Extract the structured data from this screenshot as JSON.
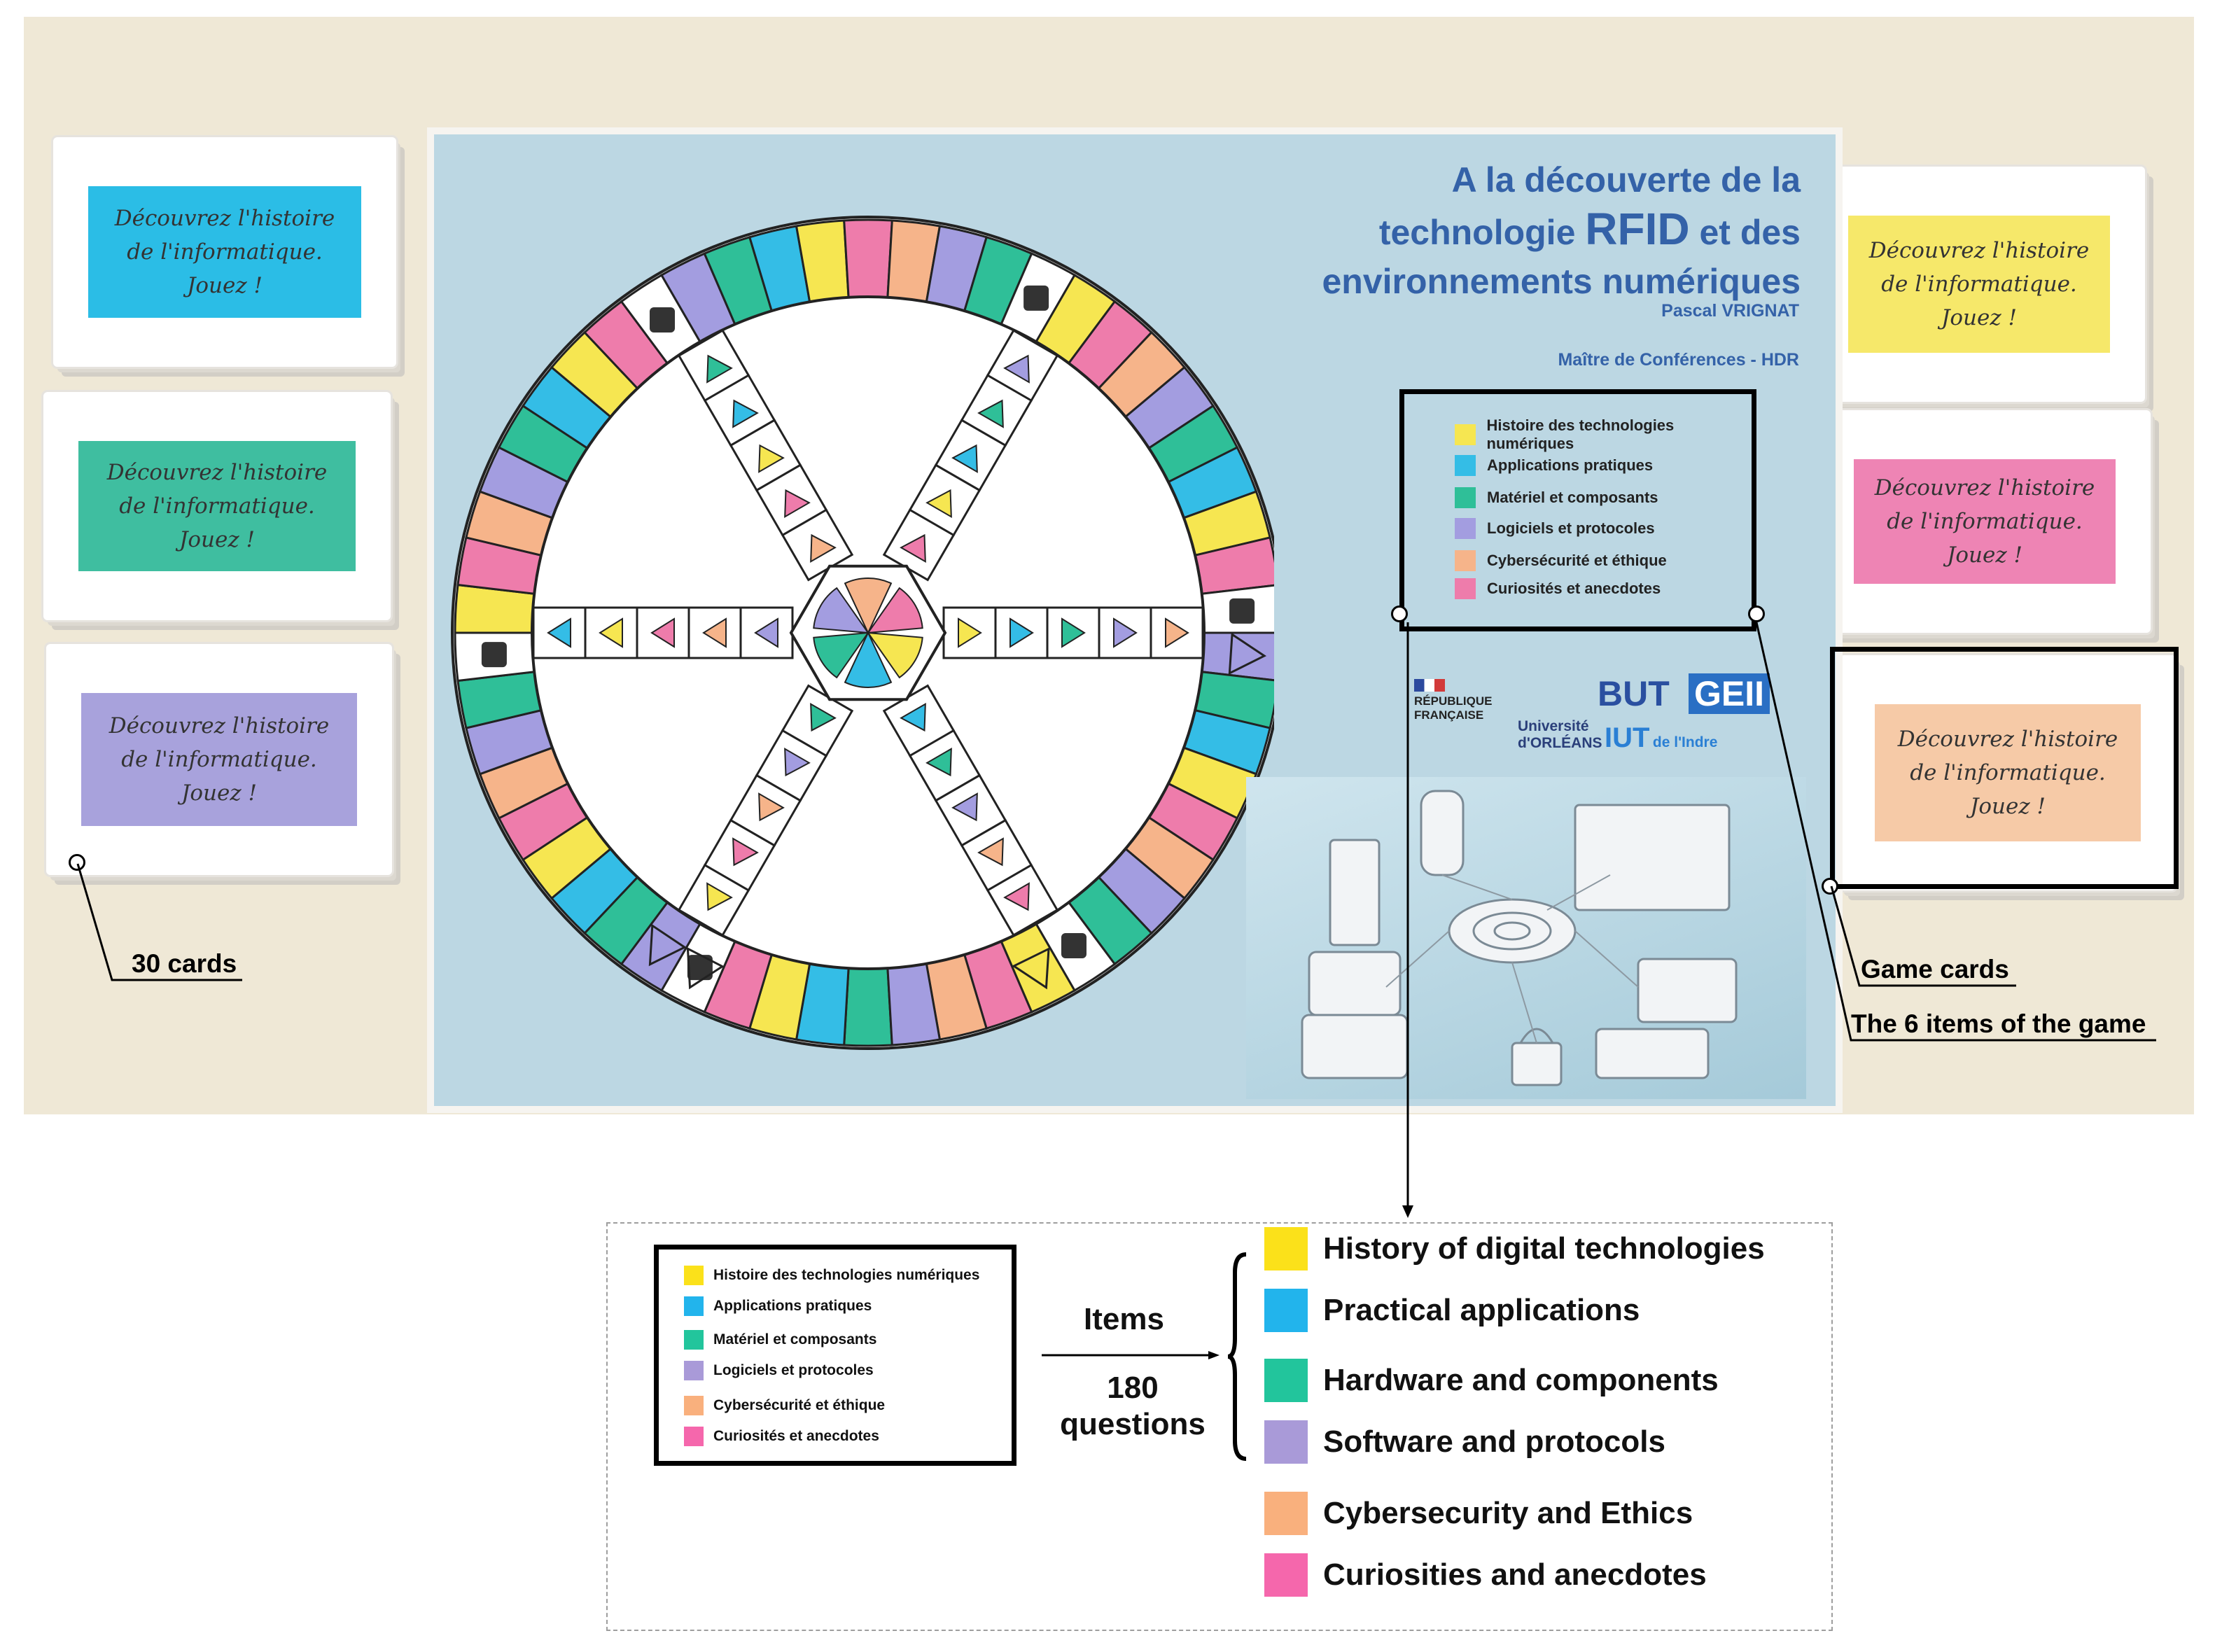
{
  "colors": {
    "yellow": "#f6e651",
    "blue": "#34bde6",
    "teal": "#2fbf98",
    "lavender": "#a39de0",
    "peach": "#f6b48a",
    "pink": "#ee7cab",
    "board_bg": "#bcd7e3",
    "title_blue": "#3462a8"
  },
  "cards_left": [
    {
      "text": "Découvrez l'histoire\nde l'informatique.\nJouez !",
      "color": "#2bbde6"
    },
    {
      "text": "Découvrez l'histoire\nde l'informatique.\nJouez !",
      "color": "#3fbea0"
    },
    {
      "text": "Découvrez l'histoire\nde l'informatique.\nJouez !",
      "color": "#a8a2dc"
    }
  ],
  "cards_right": [
    {
      "text": "Découvrez l'histoire\nde l'informatique.\nJouez !",
      "color": "#f6e86a"
    },
    {
      "text": "Découvrez l'histoire\nde l'informatique.\nJouez !",
      "color": "#ee84b4"
    },
    {
      "text": "Découvrez l'histoire\nde l'informatique.\nJouez !",
      "color": "#f6caa7"
    }
  ],
  "board": {
    "title_line1": "A la découverte de la",
    "title_line2_a": "technologie ",
    "title_line2_b": "RFID",
    "title_line2_c": " et des",
    "title_line3": "environnements numériques",
    "author": "Pascal VRIGNAT",
    "role": "Maître de Conférences - HDR",
    "legend": [
      {
        "label": "Histoire des technologies numériques",
        "color": "#f6e651"
      },
      {
        "label": "Applications pratiques",
        "color": "#34bde6"
      },
      {
        "label": "Matériel et composants",
        "color": "#2fbf98"
      },
      {
        "label": "Logiciels et protocoles",
        "color": "#a39de0"
      },
      {
        "label": "Cybersécurité et éthique",
        "color": "#f6b48a"
      },
      {
        "label": "Curiosités et anecdotes",
        "color": "#ee7cab"
      }
    ],
    "logo_rf_line1": "RÉPUBLIQUE",
    "logo_rf_line2": "FRANÇAISE",
    "logo_univ_line1": "Université",
    "logo_univ_line2": "d'ORLÉANS",
    "logo_but": "BUT",
    "logo_geii": "GEII",
    "logo_iut": "IUT",
    "logo_iut_sub": "de l'Indre"
  },
  "annotations": {
    "cards_count": "30 cards",
    "game_cards": "Game cards",
    "six_items": "The 6 items of the game"
  },
  "diagram": {
    "legend_fr": [
      {
        "label": "Histoire des technologies numériques",
        "color": "#fbe11a"
      },
      {
        "label": "Applications pratiques",
        "color": "#22b4ec"
      },
      {
        "label": "Matériel et composants",
        "color": "#22c59c"
      },
      {
        "label": "Logiciels et protocoles",
        "color": "#a99ad8"
      },
      {
        "label": "Cybersécurité et éthique",
        "color": "#f9b07d"
      },
      {
        "label": "Curiosités et anecdotes",
        "color": "#f567ac"
      }
    ],
    "items_label": "Items",
    "questions_count": "180",
    "questions_label": "questions",
    "legend_en": [
      {
        "label": "History of digital technologies",
        "color": "#fbe11a"
      },
      {
        "label": "Practical applications",
        "color": "#22b4ec"
      },
      {
        "label": "Hardware and components",
        "color": "#22c59c"
      },
      {
        "label": "Software and protocols",
        "color": "#a99ad8"
      },
      {
        "label": "Cybersecurity and Ethics",
        "color": "#f9b07d"
      },
      {
        "label": "Curiosities and anecdotes",
        "color": "#f567ac"
      }
    ]
  }
}
